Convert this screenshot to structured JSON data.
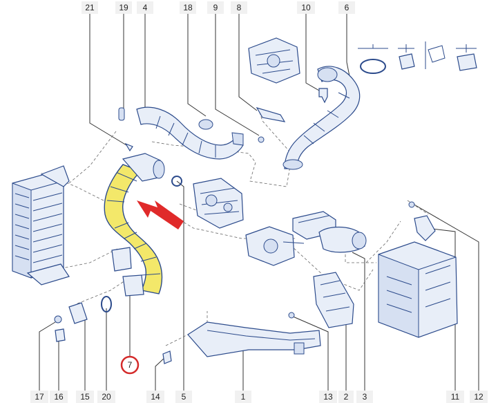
{
  "callouts_top": [
    "21",
    "19",
    "4",
    "18",
    "9",
    "8",
    "10",
    "6"
  ],
  "callouts_bottom": [
    "17",
    "16",
    "15",
    "20",
    "14",
    "5",
    "1",
    "13",
    "2",
    "3",
    "11",
    "12"
  ],
  "highlight_callout": "7",
  "colors": {
    "highlight_part": "#f3e86a",
    "arrow": "#e02a2a",
    "line_art": "#2b4a8b",
    "highlight_ring": "#d42a2a"
  }
}
